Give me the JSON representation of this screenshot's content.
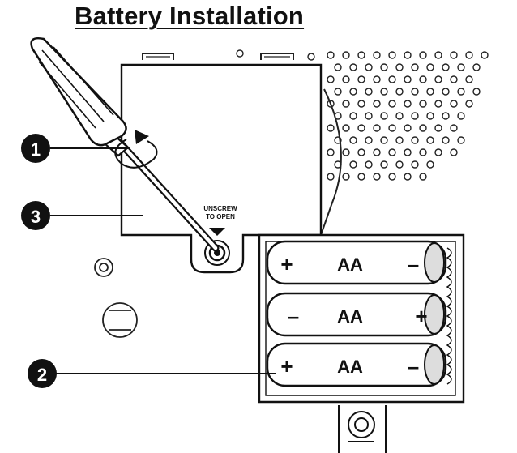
{
  "title": "Battery Installation",
  "cover_label": {
    "line1": "UNSCREW",
    "line2": "TO OPEN"
  },
  "callouts": [
    {
      "number": "1"
    },
    {
      "number": "2"
    },
    {
      "number": "3"
    }
  ],
  "batteries": [
    {
      "left": "+",
      "label": "AA",
      "right": "–"
    },
    {
      "left": "–",
      "label": "AA",
      "right": "+"
    },
    {
      "left": "+",
      "label": "AA",
      "right": "–"
    }
  ],
  "colors": {
    "ink": "#111111",
    "paper": "#ffffff",
    "shade": "#dddddd"
  }
}
